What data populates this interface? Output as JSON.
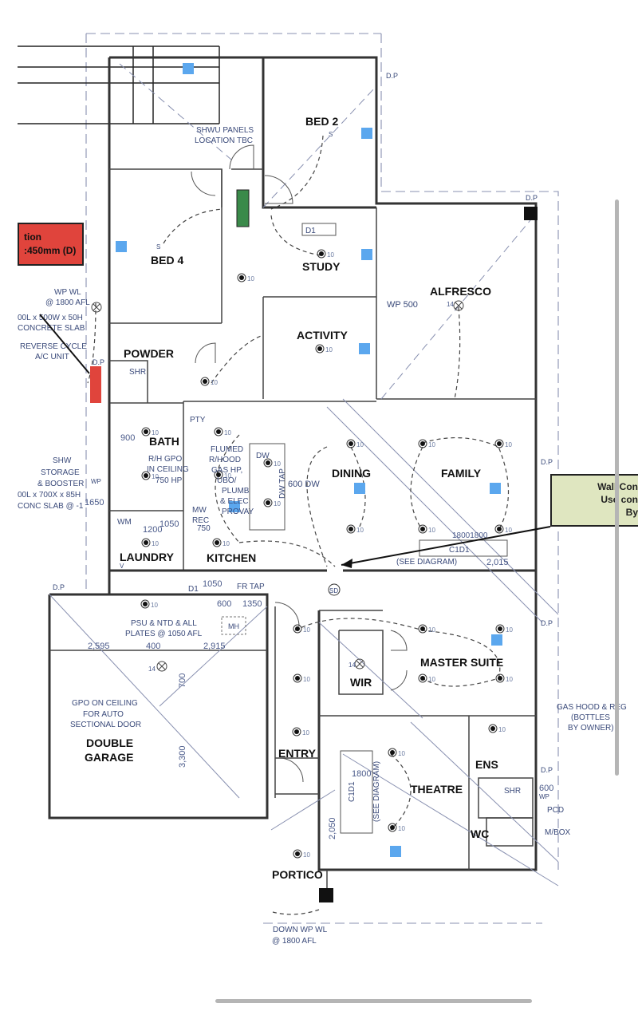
{
  "plan": {
    "rooms": {
      "bed2": "BED 2",
      "bed4": "BED 4",
      "study": "STUDY",
      "alfresco": "ALFRESCO",
      "activity": "ACTIVITY",
      "powder": "POWDER",
      "bath": "BATH",
      "dining": "DINING",
      "family": "FAMILY",
      "laundry": "LAUNDRY",
      "kitchen": "KITCHEN",
      "master_suite": "MASTER SUITE",
      "wir": "WIR",
      "double_garage": [
        "DOUBLE",
        "GARAGE"
      ],
      "entry": "ENTRY",
      "theatre": "THEATRE",
      "ens": "ENS",
      "wc": "WC",
      "portico": "PORTICO"
    },
    "notes": {
      "shwu_panels": [
        "SHWU PANELS",
        "LOCATION TBC"
      ],
      "wp_wl": [
        "WP WL",
        "@ 1800 AFL"
      ],
      "slab": [
        "00L x 500W x 50H",
        "CONCRETE SLAB"
      ],
      "reverse_cycle": [
        "REVERSE CYCLE",
        "A/C UNIT"
      ],
      "shw_storage": [
        "SHW",
        "STORAGE",
        "& BOOSTER",
        "00L x 700X x 85H",
        "CONC SLAB @ -1"
      ],
      "rh_gpo": [
        "R/H GPO",
        "IN CEILING",
        "750 HP"
      ],
      "flumed": [
        "FLUMED",
        "R/HOOD",
        "GAS HP,",
        "UBO/",
        "PLUMB",
        "& ELEC",
        "PROVAY"
      ],
      "psu": [
        "PSU & NTD & ALL",
        "PLATES @ 1050 AFL"
      ],
      "gpo_ceiling": [
        "GPO ON CEILING",
        "FOR AUTO",
        "SECTIONAL DOOR"
      ],
      "gas_hood": [
        "GAS HOOD & REG",
        "(BOTTLES",
        "BY OWNER)"
      ],
      "down_wp": [
        "DOWN WP WL",
        "@ 1800 AFL"
      ],
      "see_diagram": "(SEE DIAGRAM)",
      "see_diagram_v": "(SEE DIAGRAM)",
      "pty": "PTY",
      "dw": "DW",
      "dw_tap": "DW TAP",
      "600_dw": "600 DW",
      "wm": "WM",
      "mw_rec": [
        "MW",
        "REC",
        "750"
      ],
      "fr_tap": "FR TAP",
      "mh": "MH",
      "sd": "SD",
      "shr": "SHR",
      "pcd": "PCD",
      "mbox": "M/BOX",
      "wp500": "WP 500",
      "wp": "WP",
      "c1d1": "C1D1",
      "d1": "D1",
      "dp": "D.P",
      "s": "S",
      "v": "V"
    },
    "dimensions": {
      "d900": "900",
      "d1650": "1650",
      "d1050": "1050",
      "d1200": "1200",
      "d600": "600",
      "d1350": "1350",
      "d2595": "2,595",
      "d400": "400",
      "d2915": "2,915",
      "d700": "700",
      "d3300": "3,300",
      "d2050": "2,050",
      "d2015": "2,015",
      "d18001800": "18001800",
      "d1800": "1800",
      "d600b": "600",
      "d10": "10",
      "d14": "14"
    }
  },
  "callouts": {
    "red": [
      "tion",
      ":450mm (D)"
    ],
    "green": [
      "Wall Con",
      "Use con",
      "By"
    ]
  },
  "colors": {
    "sensor_blue": "#5ba7ee",
    "green_marker": "#3a8a4a",
    "red_unit": "#e0443c",
    "callout_green": "#dfe6c0"
  }
}
